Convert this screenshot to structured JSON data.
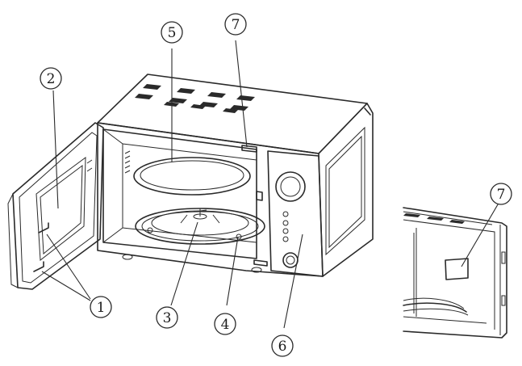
{
  "callouts": {
    "c1": "1",
    "c2": "2",
    "c3": "3",
    "c4": "4",
    "c5": "5",
    "c6": "6",
    "c7": "7",
    "c7_detail": "7"
  },
  "colors": {
    "line": "#2a2a2a",
    "background": "#ffffff"
  }
}
